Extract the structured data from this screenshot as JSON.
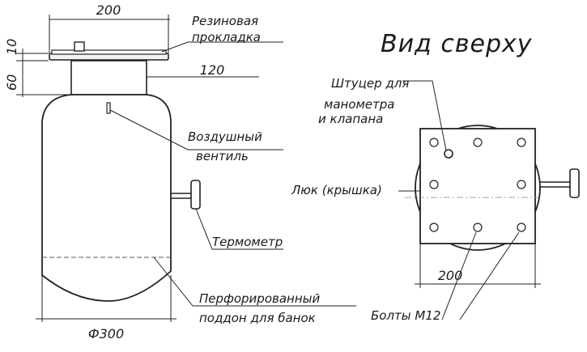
{
  "diagram": {
    "side_view": {
      "dim_top_width": "200",
      "dim_lid_thickness": "10",
      "dim_neck_height": "60",
      "dim_neck_width": "120",
      "dim_diameter": "Ф300"
    },
    "labels": {
      "gasket_line1": "Резиновая",
      "gasket_line2": "прокладка",
      "air_valve_line1": "Воздушный",
      "air_valve_line2": "вентиль",
      "thermometer": "Термометр",
      "tray_line1": "Перфорированный",
      "tray_line2": "поддон для банок"
    },
    "top_view": {
      "title": "Вид сверху",
      "fitting_line1": "Штуцер для",
      "fitting_line2": "манометра",
      "fitting_line3": "и клапана",
      "hatch": "Люк (крышка)",
      "dim_width": "200",
      "bolts": "Болты М12"
    }
  }
}
